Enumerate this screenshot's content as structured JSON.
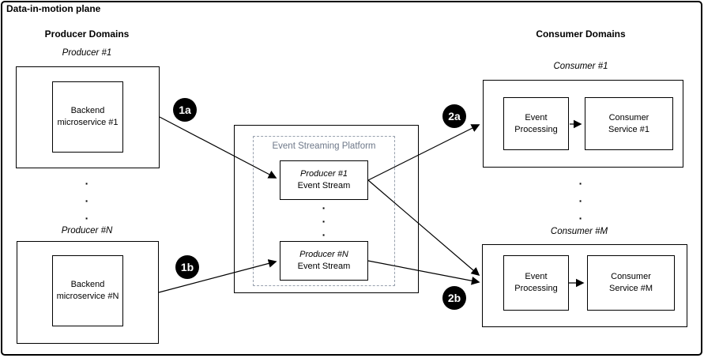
{
  "title": "Data-in-motion plane",
  "producers": {
    "header": "Producer Domains",
    "ellipsis": "·\n·\n·",
    "domains": [
      {
        "label": "Producer #1",
        "service": "Backend\nmicroservice #1"
      },
      {
        "label": "Producer #N",
        "service": "Backend\nmicroservice #N"
      }
    ]
  },
  "platform": {
    "label": "Event Streaming Platform",
    "ellipsis": "·\n·\n·",
    "streams": [
      {
        "name": "Producer #1",
        "sub": "Event Stream"
      },
      {
        "name": "Producer #N",
        "sub": "Event Stream"
      }
    ]
  },
  "consumers": {
    "header": "Consumer Domains",
    "ellipsis": "·\n·\n·",
    "domains": [
      {
        "label": "Consumer #1",
        "processing": "Event\nProcessing",
        "service": "Consumer\nService #1"
      },
      {
        "label": "Consumer #M",
        "processing": "Event\nProcessing",
        "service": "Consumer\nService #M"
      }
    ]
  },
  "badges": [
    {
      "label": "1a"
    },
    {
      "label": "1b"
    },
    {
      "label": "2a"
    },
    {
      "label": "2b"
    }
  ],
  "colors": {
    "stroke": "#000000",
    "platform_text": "#6e7889",
    "platform_dash": "#98a1ae",
    "badge_bg": "#000000",
    "badge_text": "#ffffff"
  }
}
